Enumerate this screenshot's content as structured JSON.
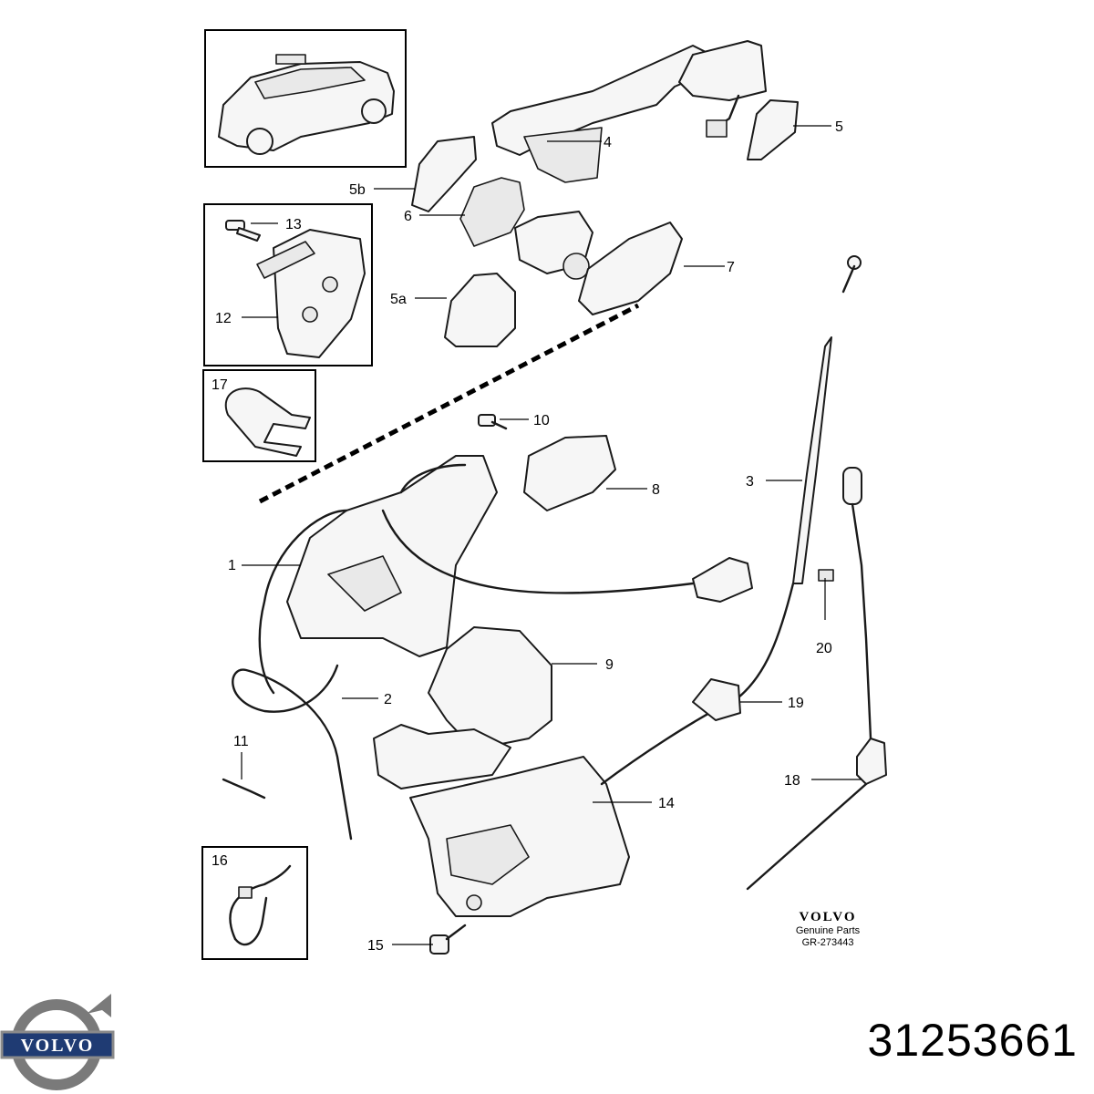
{
  "diagram": {
    "callouts": [
      {
        "id": "c1",
        "text": "1"
      },
      {
        "id": "c2",
        "text": "2"
      },
      {
        "id": "c3",
        "text": "3"
      },
      {
        "id": "c4",
        "text": "4"
      },
      {
        "id": "c5",
        "text": "5"
      },
      {
        "id": "c5a",
        "text": "5a"
      },
      {
        "id": "c5b",
        "text": "5b"
      },
      {
        "id": "c6",
        "text": "6"
      },
      {
        "id": "c7",
        "text": "7"
      },
      {
        "id": "c8",
        "text": "8"
      },
      {
        "id": "c9",
        "text": "9"
      },
      {
        "id": "c10",
        "text": "10"
      },
      {
        "id": "c11",
        "text": "11"
      },
      {
        "id": "c12",
        "text": "12"
      },
      {
        "id": "c13",
        "text": "13"
      },
      {
        "id": "c14",
        "text": "14"
      },
      {
        "id": "c15",
        "text": "15"
      },
      {
        "id": "c16",
        "text": "16"
      },
      {
        "id": "c17",
        "text": "17"
      },
      {
        "id": "c18",
        "text": "18"
      },
      {
        "id": "c19",
        "text": "19"
      },
      {
        "id": "c20",
        "text": "20"
      }
    ],
    "genuine_block": {
      "brand": "VOLVO",
      "line1": "Genuine Parts",
      "line2": "GR-273443"
    }
  },
  "logo": {
    "brand": "VOLVO",
    "icon": "volvo-iron-mark-icon",
    "ring_color": "#7a7a7a",
    "band_color": "#1f3b73"
  },
  "part_number": "31253661"
}
